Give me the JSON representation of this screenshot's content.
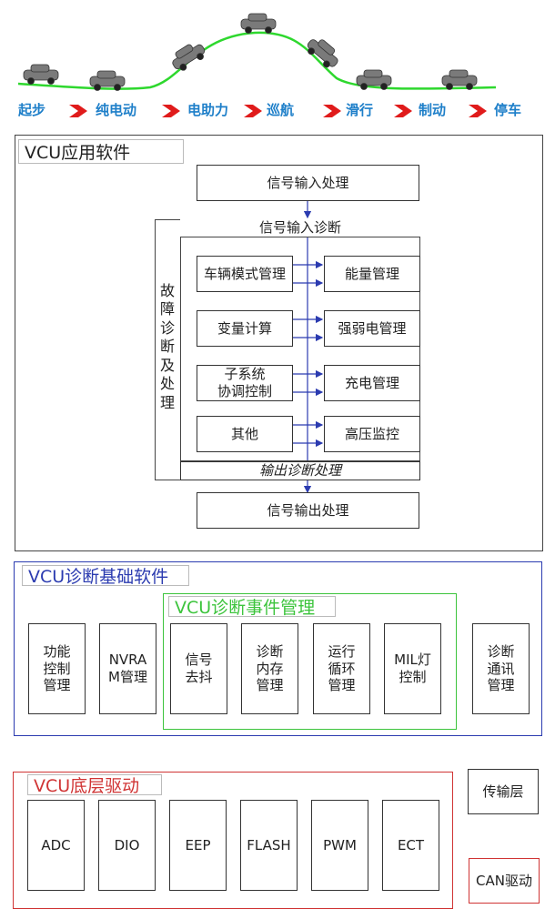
{
  "top_strip": {
    "stages": [
      "起步",
      "纯电动",
      "电助力",
      "巡航",
      "滑行",
      "制动",
      "停车"
    ]
  },
  "app": {
    "title": "VCU应用软件",
    "signal_input": "信号输入处理",
    "input_diag": "信号输入诊断",
    "fault_label": "故\n障\n诊\n断\n及\n处\n理",
    "left_modules": [
      "车辆模式管理",
      "变量计算",
      "子系统\n协调控制",
      "其他"
    ],
    "right_modules": [
      "能量管理",
      "强弱电管理",
      "充电管理",
      "高压监控"
    ],
    "output_diag": "输出诊断处理",
    "signal_output": "信号输出处理"
  },
  "diag": {
    "title": "VCU诊断基础软件",
    "event_title": "VCU诊断事件管理",
    "modules": [
      "功能\n控制\n管理",
      "NVRA\nM管理",
      "信号\n去抖",
      "诊断\n内存\n管理",
      "运行\n循环\n管理",
      "MIL灯\n控制",
      "诊断\n通讯\n管理"
    ]
  },
  "driver": {
    "title": "VCU底层驱动",
    "modules": [
      "ADC",
      "DIO",
      "EEP",
      "FLASH",
      "PWM",
      "ECT"
    ]
  },
  "transport": "传输层",
  "can_driver": "CAN驱动",
  "colors": {
    "blue_frame": "#2b3bb0",
    "green_frame": "#3cc43c",
    "red_frame": "#d03434",
    "stage_text": "#1e7fc9",
    "chevron": "#e01b1b",
    "road": "#2ed82e"
  }
}
